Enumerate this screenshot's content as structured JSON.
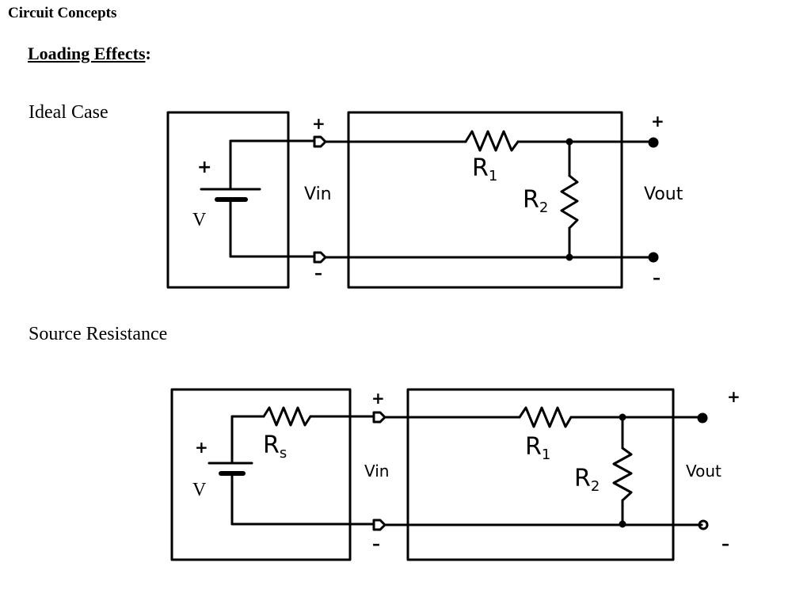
{
  "header": {
    "title": "Circuit Concepts"
  },
  "section": {
    "title": "Loading Effects",
    "suffix": ":"
  },
  "ideal": {
    "label": "Ideal Case",
    "source_symbol": "V",
    "plus": "+",
    "minus": "–",
    "vin": "Vin",
    "r1": "R",
    "r1_sub": "1",
    "r2": "R",
    "r2_sub": "2",
    "vout": "Vout"
  },
  "source_res": {
    "label": "Source Resistance",
    "source_symbol": "V",
    "plus": "+",
    "minus": "–",
    "vin": "Vin",
    "rs": "R",
    "rs_sub": "s",
    "r1": "R",
    "r1_sub": "1",
    "r2": "R",
    "r2_sub": "2",
    "vout": "Vout"
  }
}
